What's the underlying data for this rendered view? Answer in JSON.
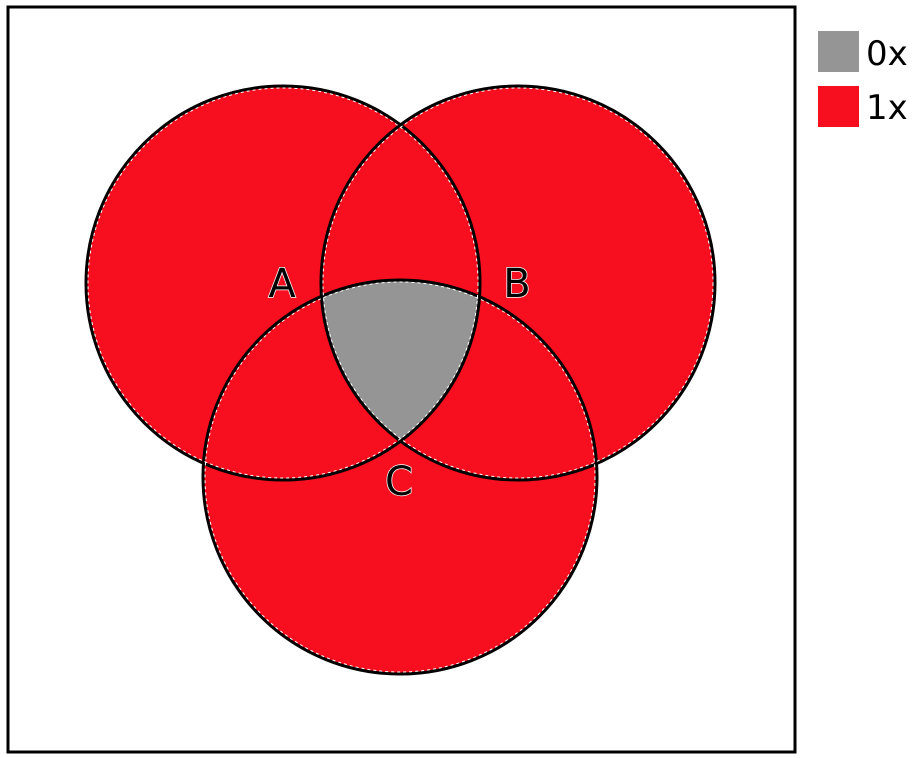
{
  "sets": [
    {
      "id": "A",
      "label": "A"
    },
    {
      "id": "B",
      "label": "B"
    },
    {
      "id": "C",
      "label": "C"
    }
  ],
  "regions": [
    {
      "sets": [
        "A"
      ],
      "category": "1x"
    },
    {
      "sets": [
        "B"
      ],
      "category": "1x"
    },
    {
      "sets": [
        "C"
      ],
      "category": "1x"
    },
    {
      "sets": [
        "A",
        "B"
      ],
      "category": "1x"
    },
    {
      "sets": [
        "A",
        "C"
      ],
      "category": "1x"
    },
    {
      "sets": [
        "B",
        "C"
      ],
      "category": "1x"
    },
    {
      "sets": [
        "A",
        "B",
        "C"
      ],
      "category": "0x"
    }
  ],
  "legend": [
    {
      "label": "0x",
      "color": "#959595"
    },
    {
      "label": "1x",
      "color": "#f70f1f"
    }
  ],
  "colors": {
    "frame": "#000000",
    "outline": "#000000",
    "background": "#ffffff"
  }
}
